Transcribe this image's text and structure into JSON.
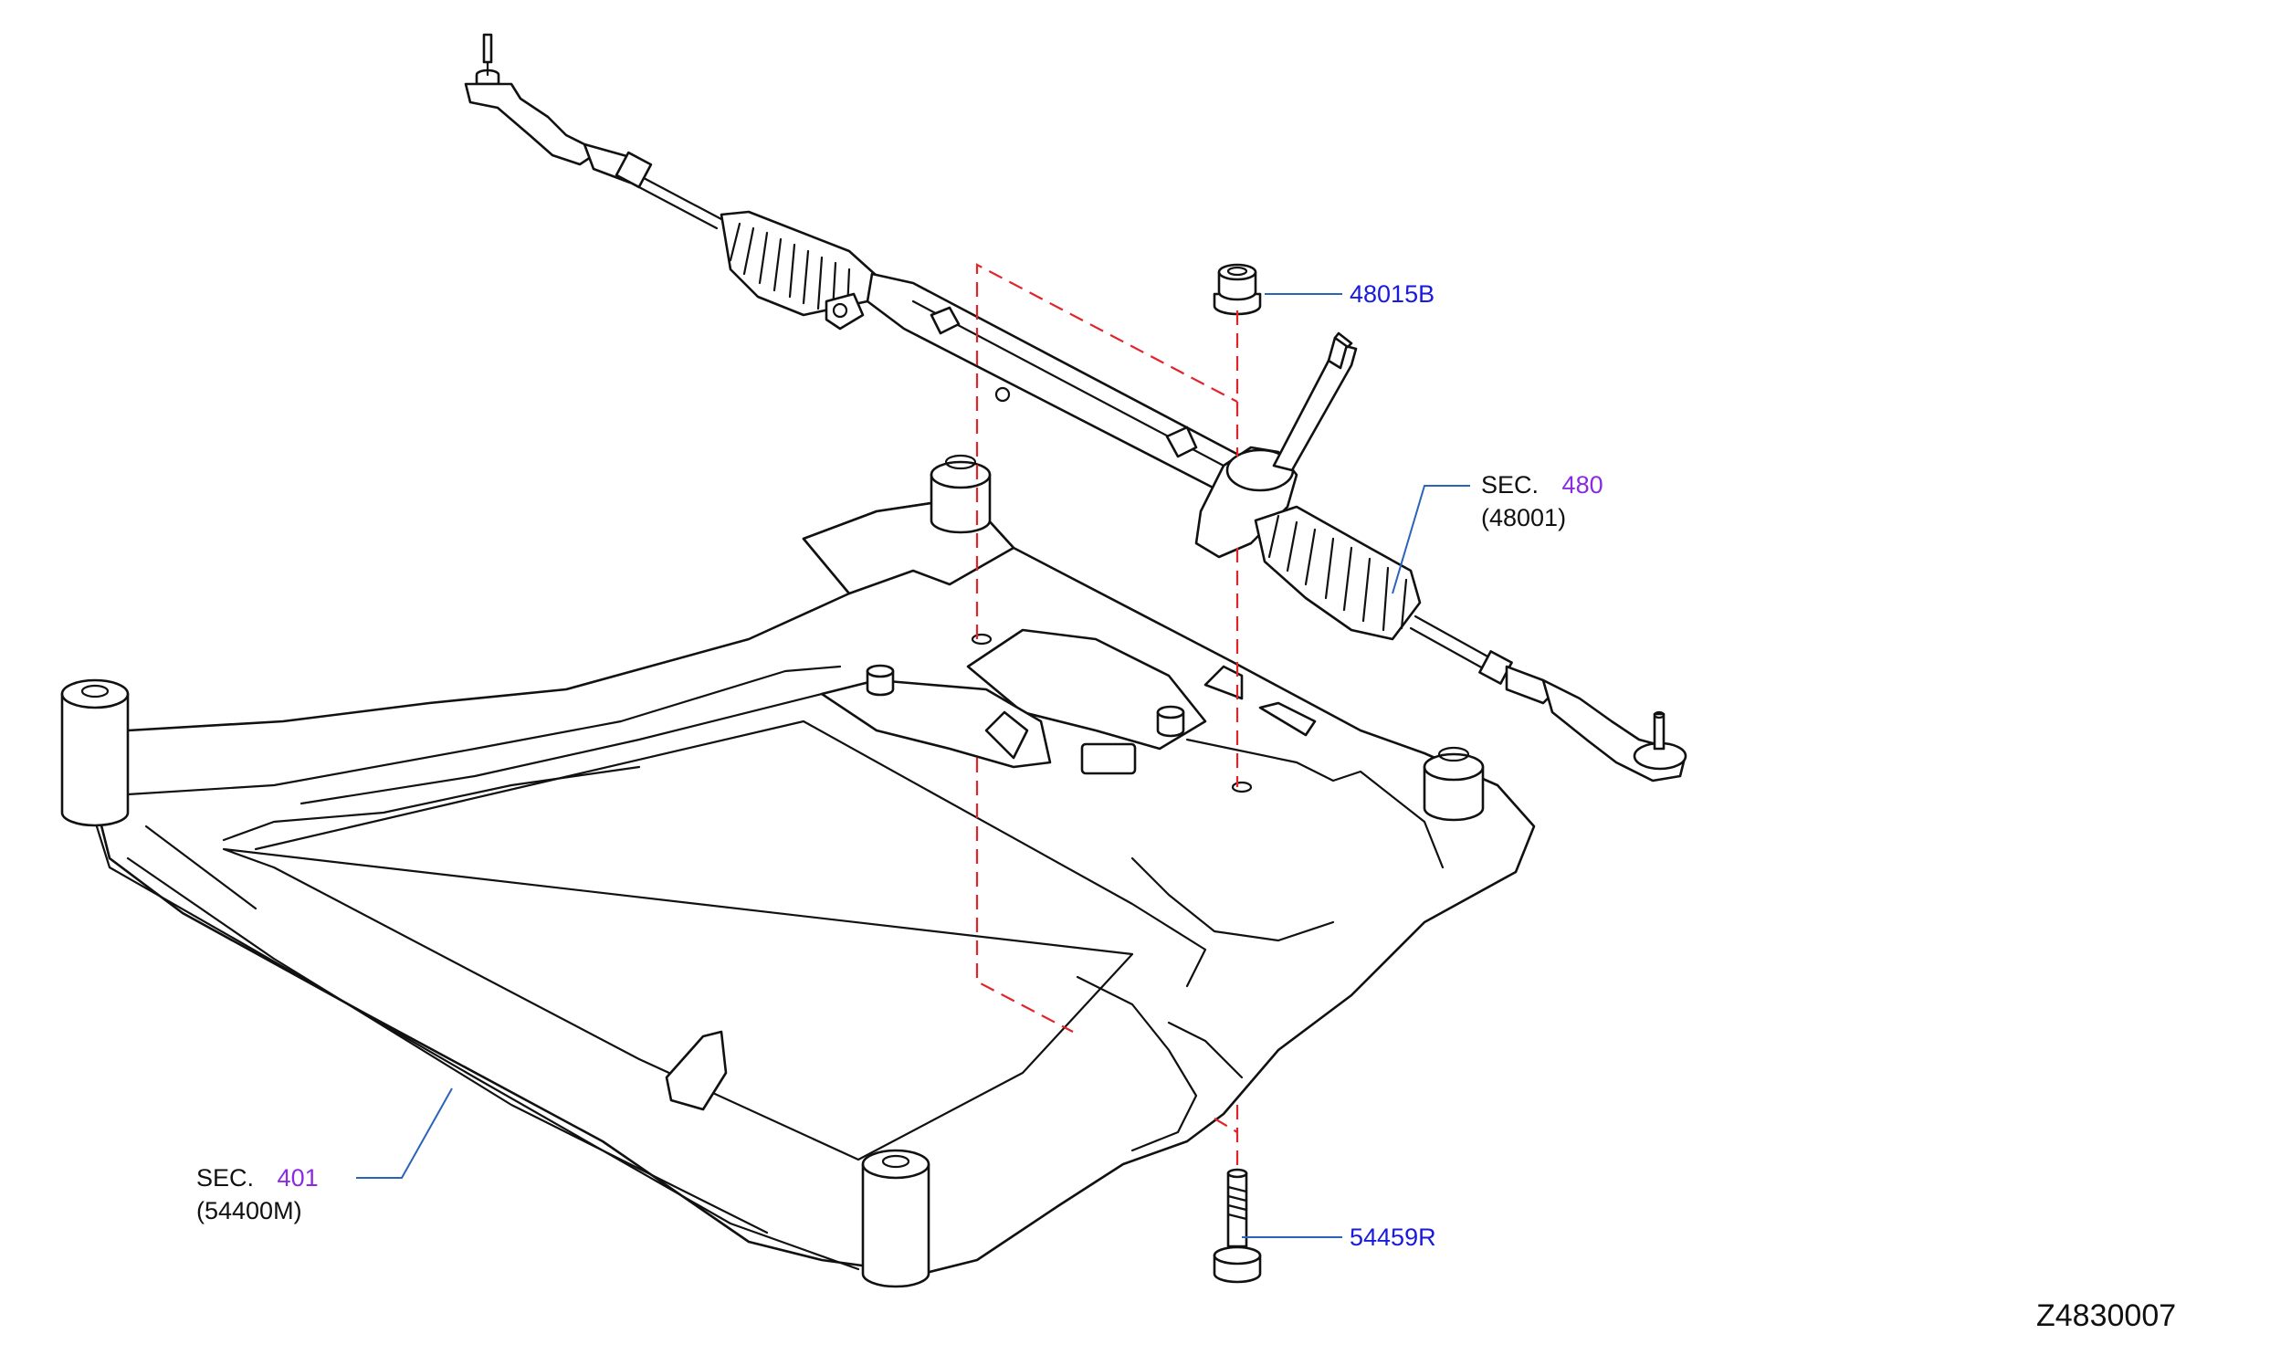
{
  "colors": {
    "line": "#111111",
    "part_number_blue": "#1a1adc",
    "section_purple": "#8a2be2",
    "leader_blue": "#2a64b8",
    "dashed_red": "#e0242a",
    "background": "#ffffff"
  },
  "labels": {
    "nut": {
      "part_number": "48015B"
    },
    "steering_gear": {
      "prefix": "SEC.",
      "section": "480",
      "ref": "(48001)"
    },
    "crossmember": {
      "prefix": "SEC.",
      "section": "401",
      "ref": "(54400M)"
    },
    "bolt": {
      "part_number": "54459R"
    }
  },
  "diagram_id": "Z4830007"
}
